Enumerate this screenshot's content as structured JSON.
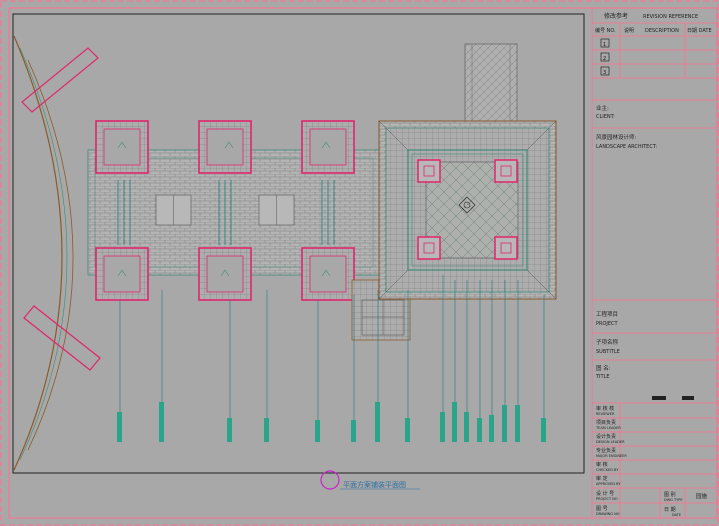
{
  "drawing": {
    "caption": "平面方案铺装平面图"
  },
  "title_block": {
    "revision_header": "修改参考",
    "revision_header_en": "REVISION REFERENCE",
    "col_no": "编号 NO.",
    "col_desc_cn": "说明",
    "col_desc_en": "DESCRIPTION",
    "col_date": "日期 DATE",
    "revision_rows": [
      "1",
      "2",
      "3"
    ],
    "client_cn": "业主:",
    "client_en": "CLIENT:",
    "architect_cn": "风景园林设计师:",
    "architect_en": "LANDSCAPE ARCHITECT:",
    "project_cn": "工程项目",
    "project_en": "PROJECT",
    "subtitle_cn": "子项名称",
    "subtitle_en": "SUBTITLE",
    "title_cn": "图 名:",
    "title_en": "TITLE",
    "stamps": [
      {
        "cn": "审 核 核",
        "en": "REVIEWER"
      },
      {
        "cn": "项目负责",
        "en": "TEAM LEADER"
      },
      {
        "cn": "设计负责",
        "en": "DESIGN LEADER"
      },
      {
        "cn": "专业负责",
        "en": "MAJOR ENGINEER"
      },
      {
        "cn": "审 核",
        "en": "CHECKED BY"
      },
      {
        "cn": "审 定",
        "en": "APPROVED BY"
      },
      {
        "cn": "设 计 号",
        "en": "PROJECT NO"
      },
      {
        "cn": "图 号",
        "en": "DRAWING NO"
      }
    ],
    "phase_cn": "图 别",
    "phase_value": "园施",
    "phase_en": "DWG TYPE",
    "date_cn": "日 期",
    "date_en": "DATE"
  },
  "colors": {
    "background": "#a8a8a8",
    "frame": "#ff6e8e",
    "drawing_border": "#222222",
    "planter": "#e0266b",
    "paving": "#3d8a78",
    "edge": "#8a5a2a",
    "leader": "#1f7c7c",
    "caption": "#2b6fa0"
  }
}
